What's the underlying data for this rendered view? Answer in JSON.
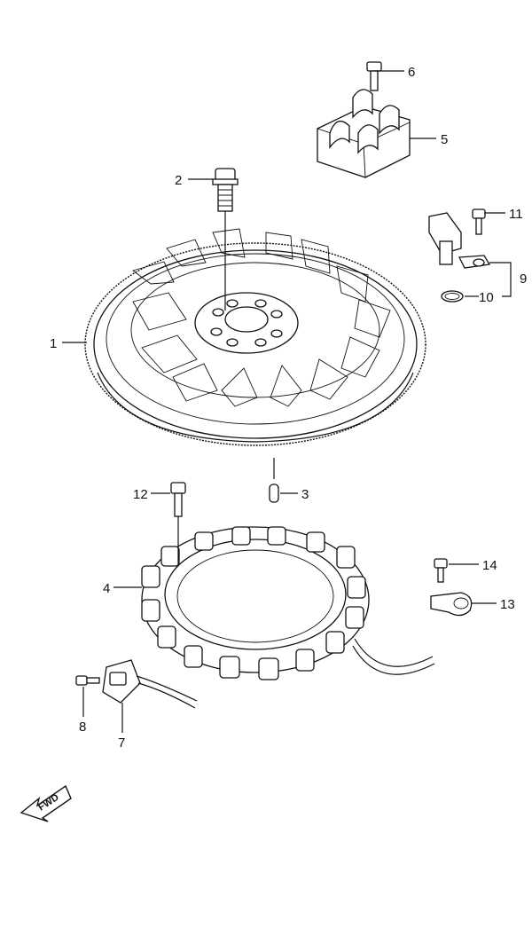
{
  "callouts": {
    "c1": "1",
    "c2": "2",
    "c3": "3",
    "c4": "4",
    "c5": "5",
    "c6": "6",
    "c7": "7",
    "c8": "8",
    "c9": "9",
    "c10": "10",
    "c11": "11",
    "c12": "12",
    "c13": "13",
    "c14": "14"
  },
  "direction_marker": {
    "label": "FWD"
  }
}
